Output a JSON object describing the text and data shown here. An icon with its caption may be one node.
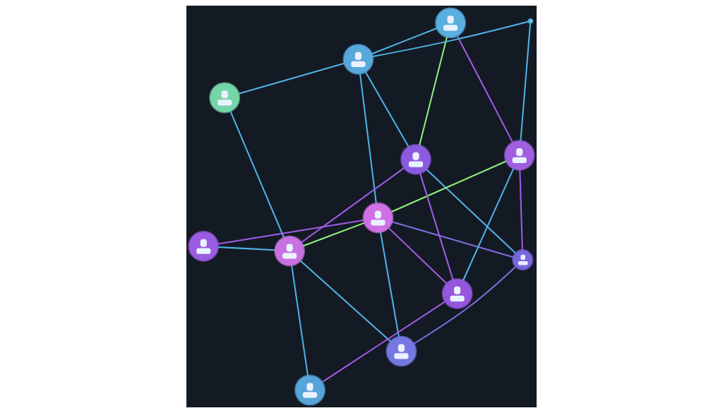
{
  "diagram": {
    "nodes": [
      {
        "text": [],
        "shape": "person"
      },
      {
        "text": [],
        "shape": "person"
      },
      {
        "text": [],
        "shape": "person"
      },
      {
        "text": [],
        "shape": "person"
      },
      {
        "text": [],
        "shape": "person"
      },
      {
        "text": [],
        "shape": "person"
      },
      {
        "text": [],
        "shape": "person"
      },
      {
        "text": [],
        "shape": "person"
      },
      {
        "text": [],
        "shape": "person"
      },
      {
        "text": [],
        "shape": "person"
      },
      {
        "text": [],
        "shape": "person"
      },
      {
        "text": [],
        "shape": "person"
      },
      {
        "text": [],
        "shape": "circle"
      }
    ],
    "edges": [
      {
        "from": 0,
        "to": 3,
        "arrow": "none"
      },
      {
        "from": 0,
        "to": 9,
        "arrow": "none",
        "color": "#8ef27a"
      },
      {
        "from": 0,
        "to": 7,
        "arrow": "none",
        "color": "#a25ce8"
      },
      {
        "from": 1,
        "to": 3,
        "arrow": "none"
      },
      {
        "from": 2,
        "to": 8,
        "arrow": "none"
      },
      {
        "from": 2,
        "to": 5,
        "arrow": "none"
      },
      {
        "from": 2,
        "to": 4,
        "arrow": "none",
        "color": "#7b6fe0"
      },
      {
        "from": 4,
        "to": 5,
        "arrow": "none",
        "color": "#7b6fe0"
      },
      {
        "from": 4,
        "to": 7,
        "arrow": "none",
        "color": "#a25ce8"
      },
      {
        "from": 4,
        "to": 9,
        "arrow": "none"
      },
      {
        "from": 5,
        "to": 7,
        "arrow": "none",
        "color": "#8ef27a"
      },
      {
        "from": 5,
        "to": 8,
        "arrow": "none",
        "color": "#8ef27a"
      },
      {
        "from": 5,
        "to": 11,
        "arrow": "none",
        "color": "#a25ce8"
      },
      {
        "from": 3,
        "to": 5,
        "arrow": "none"
      },
      {
        "from": 6,
        "to": 7,
        "arrow": "none"
      },
      {
        "from": 3,
        "to": 12,
        "arrow": "none"
      },
      {
        "from": 12,
        "to": 7,
        "arrow": "none"
      },
      {
        "from": 6,
        "to": 10,
        "arrow": "none",
        "color": "#a25ce8"
      },
      {
        "from": 6,
        "to": 9,
        "arrow": "none",
        "color": "#a25ce8"
      },
      {
        "from": 6,
        "to": 5,
        "arrow": "none",
        "color": "#a25ce8"
      },
      {
        "from": 8,
        "to": 10,
        "arrow": "none"
      },
      {
        "from": 8,
        "to": 11,
        "arrow": "none"
      },
      {
        "from": 8,
        "to": 9,
        "arrow": "none",
        "color": "#a25ce8"
      },
      {
        "from": 1,
        "to": 8,
        "arrow": "none"
      },
      {
        "from": 3,
        "to": 9,
        "arrow": "none"
      }
    ]
  }
}
